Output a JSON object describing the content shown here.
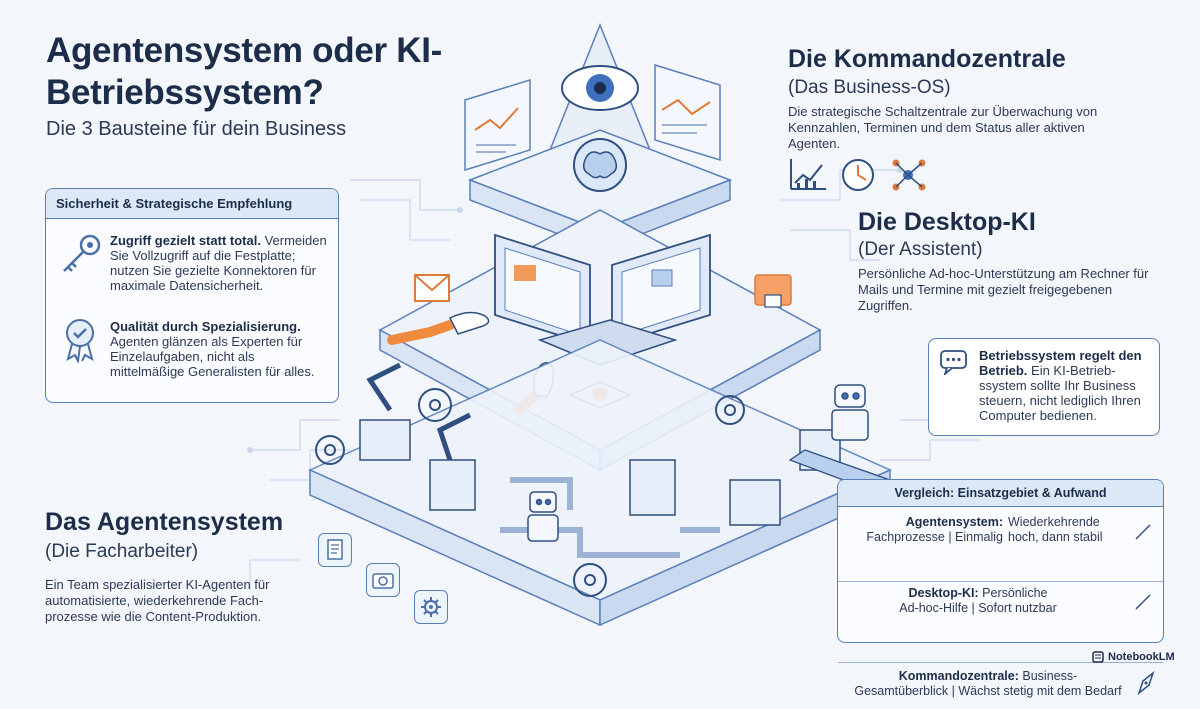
{
  "header": {
    "title": "Agentensystem oder KI-Betriebssystem?",
    "subtitle": "Die 3 Bausteine für dein Business"
  },
  "security_panel": {
    "title": "Sicherheit & Strategische Empfehlung",
    "tip1_bold": "Zugriff gezielt statt total.",
    "tip1_text": "Vermeiden Sie Vollzugriff auf die Festplatte; nutzen Sie gezielte Konnektoren für maximale Datensicherheit.",
    "tip2_bold": "Qualität durch Spezialisierung.",
    "tip2_text": "Agenten glänzen als Experten für Einzelaufgaben, nicht als mittelmäßige Generalisten für alles."
  },
  "agent_system": {
    "title": "Das Agentensystem",
    "subtitle": "(Die Facharbeiter)",
    "text": "Ein Team spezialisierter KI-Agenten für automatisierte, wiederkehrende Fach-prozesse wie die Content-Produktion."
  },
  "command_center": {
    "title": "Die Kommandozentrale",
    "subtitle": "(Das Business-OS)",
    "text": "Die strategische Schaltzentrale zur Überwachung von Kennzahlen, Terminen und dem Status aller aktiven Agenten."
  },
  "desktop_ai": {
    "title": "Die Desktop-KI",
    "subtitle": "(Der Assistent)",
    "text": "Persönliche Ad-hoc-Unterstützung am Rechner für Mails und Termine mit gezielt freigegebenen Zugriffen."
  },
  "os_bubble": {
    "bold": "Betriebssystem regelt den Betrieb.",
    "text": "Ein KI-Betrieb-ssystem sollte Ihr Business steuern, nicht lediglich Ihren Computer bedienen."
  },
  "comparison": {
    "title": "Vergleich: Einsatzgebiet & Aufwand",
    "rows": [
      {
        "name": "Agentensystem:",
        "scope": "Fachprozesse | Einmalig",
        "effort": "Wiederkehrende hoch, dann stabil"
      },
      {
        "name": "Desktop-KI:",
        "effort_inline": "Persönliche",
        "scope": "Ad-hoc-Hilfe | Sofort nutzbar"
      },
      {
        "name": "Kommandozentrale:",
        "effort_inline": "Business-",
        "scope": "Gesamtüberblick | Wächst stetig mit dem Bedarf"
      }
    ]
  },
  "brand": "NotebookLM",
  "colors": {
    "primary": "#1c2d4a",
    "accent_blue": "#5a7fb8",
    "accent_orange": "#f08a3c",
    "background": "#f3f6fb"
  }
}
